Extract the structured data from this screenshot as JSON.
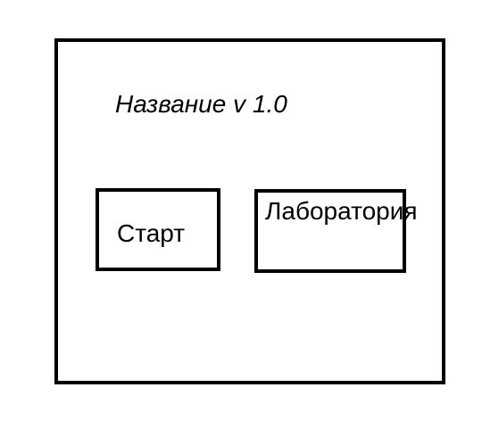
{
  "window": {
    "title": "Название v 1.0"
  },
  "menu": {
    "start_label": "Старт",
    "lab_label": "Лаборатория"
  },
  "colors": {
    "stroke": "#000000",
    "background": "#ffffff"
  }
}
